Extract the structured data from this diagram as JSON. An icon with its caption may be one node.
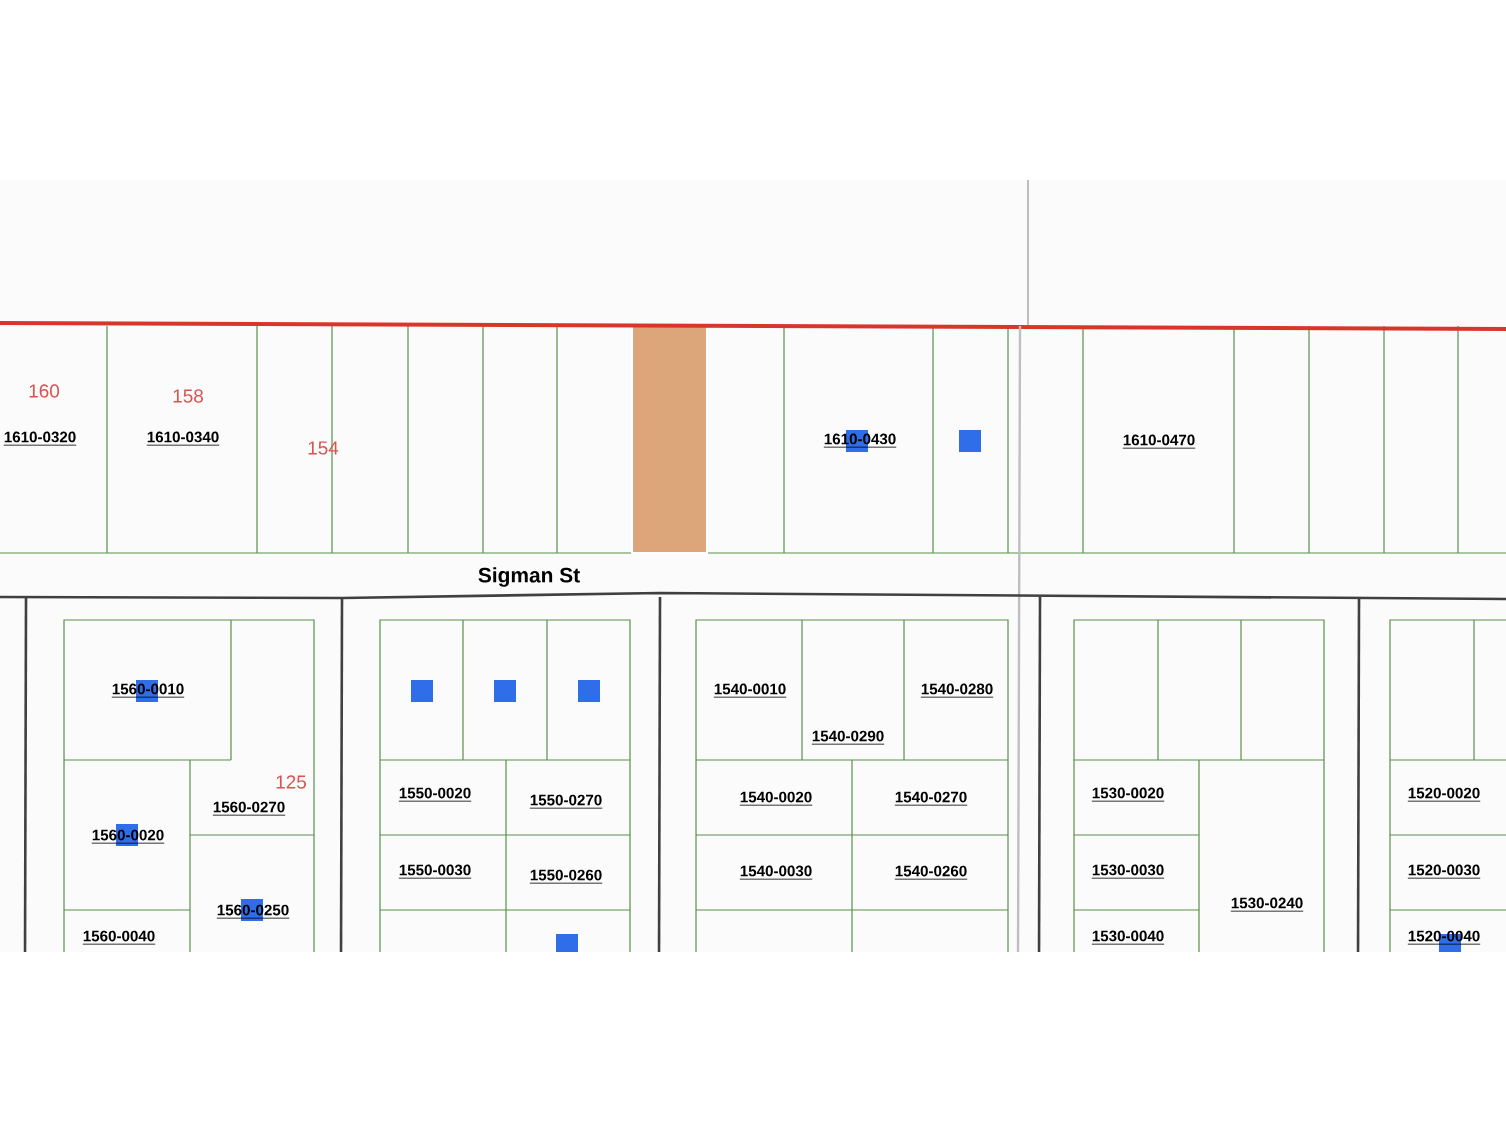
{
  "diagram": {
    "labels": [
      "160",
      "158",
      "1610-0320",
      "1610-0340",
      "154",
      "1610-0430",
      "1610-0470",
      "Sigman St",
      "1560-0010",
      "1540-0010",
      "1540-0280",
      "1540-0290",
      "125",
      "1550-0020",
      "1550-0270",
      "1560-0270",
      "1540-0020",
      "1540-0270",
      "1530-0020",
      "1520-0020",
      "1560-0020",
      "1550-0030",
      "1550-0260",
      "1540-0030",
      "1540-0260",
      "1530-0030",
      "1520-0030",
      "1530-0240",
      "1560-0250",
      "1560-0040",
      "1530-0040",
      "1520-0040"
    ]
  }
}
